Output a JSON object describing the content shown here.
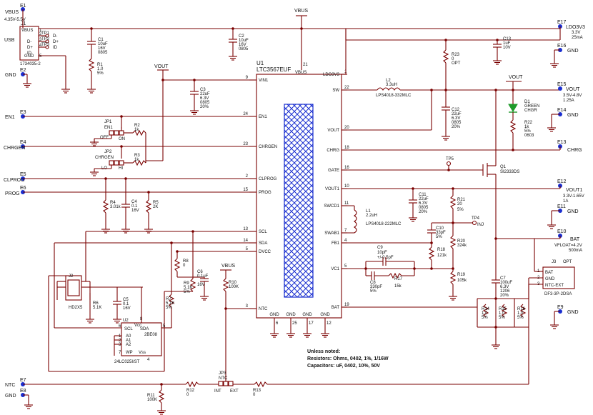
{
  "ports": {
    "e1": {
      "id": "E1",
      "name": "VBUS",
      "note": "4.35V-5.5V"
    },
    "e2": {
      "id": "E2",
      "name": "GND"
    },
    "e3": {
      "id": "E3",
      "name": "EN1"
    },
    "e4": {
      "id": "E4",
      "name": "CHRGEN"
    },
    "e5": {
      "id": "E5",
      "name": "CLPROG"
    },
    "e6": {
      "id": "E6",
      "name": "PROG"
    },
    "e7": {
      "id": "E7",
      "name": "NTC"
    },
    "e8": {
      "id": "E8",
      "name": "GND"
    },
    "e9": {
      "id": "E9",
      "name": "GND"
    },
    "e10": {
      "id": "E10",
      "name": "BAT",
      "note1": "VFLOAT=4.2V",
      "note2": "500mA"
    },
    "e11": {
      "id": "E11",
      "name": "GND"
    },
    "e12": {
      "id": "E12",
      "name": "VOUT1",
      "note1": "3.3V-1.65V",
      "note2": "1A"
    },
    "e13": {
      "id": "E13",
      "name": "CHRG"
    },
    "e14": {
      "id": "E14",
      "name": "GND"
    },
    "e15": {
      "id": "E15",
      "name": "VOUT",
      "note1": "3.5V-4.8V",
      "note2": "1.25A"
    },
    "e16": {
      "id": "E16",
      "name": "GND"
    },
    "e17": {
      "id": "E17",
      "name": "LDO3V3",
      "note1": "3.3V",
      "note2": "25mA"
    }
  },
  "nets": {
    "vbus": "VBUS",
    "vout": "VOUT"
  },
  "usb": {
    "ref": "J1",
    "name": "USB",
    "pins": [
      "VBUS",
      "D-",
      "D+",
      "ID",
      "GND"
    ],
    "pin_nums": [
      "1",
      "2",
      "3",
      "4",
      "5"
    ],
    "tps": [
      "TP1",
      "TP2",
      "TP3"
    ],
    "tp_labels": [
      "D-",
      "D+",
      "ID"
    ],
    "part": "1734035-2"
  },
  "u1": {
    "ref": "U1",
    "part": "LTC3567EUF",
    "left_pins": [
      {
        "num": "9",
        "name": "VIN1"
      },
      {
        "num": "24",
        "name": "EN1"
      },
      {
        "num": "23",
        "name": "CHRGEN"
      },
      {
        "num": "2",
        "name": "CLPROG"
      },
      {
        "num": "15",
        "name": "PROG"
      },
      {
        "num": "13",
        "name": "SCL"
      },
      {
        "num": "14",
        "name": "SDA"
      },
      {
        "num": "5",
        "name": "DVCC"
      },
      {
        "num": "3",
        "name": "NTC"
      }
    ],
    "right_pins": [
      {
        "num": "1",
        "name": "LDO3V3"
      },
      {
        "num": "22",
        "name": "SW"
      },
      {
        "num": "20",
        "name": "VOUT"
      },
      {
        "num": "18",
        "name": "CHRG"
      },
      {
        "num": "16",
        "name": "GATE"
      },
      {
        "num": "10",
        "name": "VOUT1"
      },
      {
        "num": "11",
        "name": "SWCD1"
      },
      {
        "num": "7",
        "name": "SWAB1"
      },
      {
        "num": "4",
        "name": "FB1"
      },
      {
        "num": "5",
        "name": "VC1"
      },
      {
        "num": "19",
        "name": "BAT"
      }
    ],
    "top_pin": {
      "num": "21",
      "name": "VBUS"
    },
    "bottom_pins": [
      {
        "num": "6",
        "name": "GND"
      },
      {
        "num": "25",
        "name": "GND"
      },
      {
        "num": "17",
        "name": "GND"
      },
      {
        "num": "12",
        "name": "GND"
      }
    ]
  },
  "comps": {
    "c1": {
      "ref": "C1",
      "v1": "10uF",
      "v2": "16V",
      "v3": "0805"
    },
    "r1": {
      "ref": "R1",
      "v1": "1.0",
      "v2": "5%"
    },
    "c2": {
      "ref": "C2",
      "v1": "10uF",
      "v2": "16V",
      "v3": "0805"
    },
    "c3": {
      "ref": "C3",
      "v1": "22uF",
      "v2": "6.3V",
      "v3": "0805",
      "v4": "20%"
    },
    "r23": {
      "ref": "R23",
      "v1": "0",
      "v2": "OPT"
    },
    "c13": {
      "ref": "C13",
      "v1": "1uF",
      "v2": "10V"
    },
    "l2": {
      "ref": "L2",
      "v1": "3.3uH",
      "v2": "LPS4018-332MLC"
    },
    "c12": {
      "ref": "C12",
      "v1": "22uF",
      "v2": "6.3V",
      "v3": "0805",
      "v4": "20%"
    },
    "d1": {
      "ref": "D1",
      "v1": "GREEN",
      "v2": "CHGR"
    },
    "r22": {
      "ref": "R22",
      "v1": "1k",
      "v2": "5%",
      "v3": "0603"
    },
    "q1": {
      "ref": "Q1",
      "v1": "SI2333DS"
    },
    "tp5": {
      "ref": "TP5"
    },
    "c11": {
      "ref": "C11",
      "v1": "22uF",
      "v2": "6.3V",
      "v3": "0805",
      "v4": "20%"
    },
    "l1": {
      "ref": "L1",
      "v1": "2.2uH",
      "v2": "LPS4018-222MLC"
    },
    "r21": {
      "ref": "R21",
      "v1": "20",
      "v2": "5%"
    },
    "tp4": {
      "ref": "TP4",
      "v1": "INJ"
    },
    "c10": {
      "ref": "C10",
      "v1": "33pF",
      "v2": "5%"
    },
    "r18": {
      "ref": "R18",
      "v1": "121k"
    },
    "r20": {
      "ref": "R20",
      "v1": "324k"
    },
    "c9": {
      "ref": "C9",
      "v1": "10pF",
      "v2": "+/-0.5pF"
    },
    "c8": {
      "ref": "C8",
      "v1": "330pF",
      "v2": "5%"
    },
    "r17": {
      "ref": "R17",
      "v1": "15k"
    },
    "r19": {
      "ref": "R19",
      "v1": "105k"
    },
    "c7": {
      "ref": "C7",
      "v1": "100uF",
      "v2": "6.3V",
      "v3": "1206",
      "v4": "20%"
    },
    "r14": {
      "ref": "R14",
      "v1": "1.0",
      "v2": "5%"
    },
    "r15": {
      "ref": "R15",
      "v1": "1.0",
      "v2": "5%"
    },
    "r16": {
      "ref": "R16",
      "v1": "1.0",
      "v2": "5%"
    },
    "j3": {
      "ref": "J3",
      "v1": "OPT",
      "pins": [
        "BAT",
        "GND",
        "NTC-EXT"
      ],
      "nums": [
        "1",
        "2",
        "3"
      ],
      "part": "DF3-3P-2DSA"
    },
    "jp1": {
      "ref": "JP1",
      "v1": "EN1",
      "v2": "OFF",
      "v3": "ON"
    },
    "r2": {
      "ref": "R2",
      "v1": "1k"
    },
    "jp2": {
      "ref": "JP2",
      "v1": "CHRGEN",
      "v2": "LO",
      "v3": "HI"
    },
    "r3": {
      "ref": "R3",
      "v1": "1k"
    },
    "r4": {
      "ref": "R4",
      "v1": "3.01k"
    },
    "c4": {
      "ref": "C4",
      "v1": "0.1",
      "v2": "16V"
    },
    "r5": {
      "ref": "R5",
      "v1": "2K"
    },
    "j2": {
      "ref": "J2",
      "v1": "HD2X5"
    },
    "r8": {
      "ref": "R8",
      "v1": "0"
    },
    "c6": {
      "ref": "C6",
      "v1": "0.1uF",
      "v2": "16V"
    },
    "r9": {
      "ref": "R9",
      "v1": "5.1K",
      "v2": "5%"
    },
    "r7": {
      "ref": "R7",
      "v1": "5.1K",
      "v2": "5%"
    },
    "r6": {
      "ref": "R6",
      "v1": "5.1K"
    },
    "c5": {
      "ref": "C5",
      "v1": "0.1",
      "v2": "16V"
    },
    "u2": {
      "ref": "U2",
      "v1": "24LC025I/ST",
      "pins": [
        "SCL",
        "SDA",
        "A0",
        "A1",
        "A2",
        "WP",
        "Vss",
        "Vcc"
      ],
      "pin_nums": [
        "6",
        "5",
        "1",
        "2",
        "3",
        "7",
        "4",
        "8"
      ],
      "mark": "2BE08"
    },
    "r10": {
      "ref": "R10",
      "v1": "100K"
    },
    "r12": {
      "ref": "R12",
      "v1": "0"
    },
    "r13": {
      "ref": "R13",
      "v1": "0"
    },
    "r11": {
      "ref": "R11",
      "v1": "100K"
    },
    "jp3": {
      "ref": "JP3",
      "v1": "NTC",
      "v2": "INT",
      "v3": "EXT"
    }
  },
  "notes": {
    "title": "Unless noted:",
    "line1": "Resistors: Ohms, 0402, 1%, 1/16W",
    "line2": "Capacitors: uF, 0402, 10%, 50V"
  },
  "colors": {
    "wire": "#7a0000",
    "port": "#1a2fd0",
    "text": "#111111"
  }
}
